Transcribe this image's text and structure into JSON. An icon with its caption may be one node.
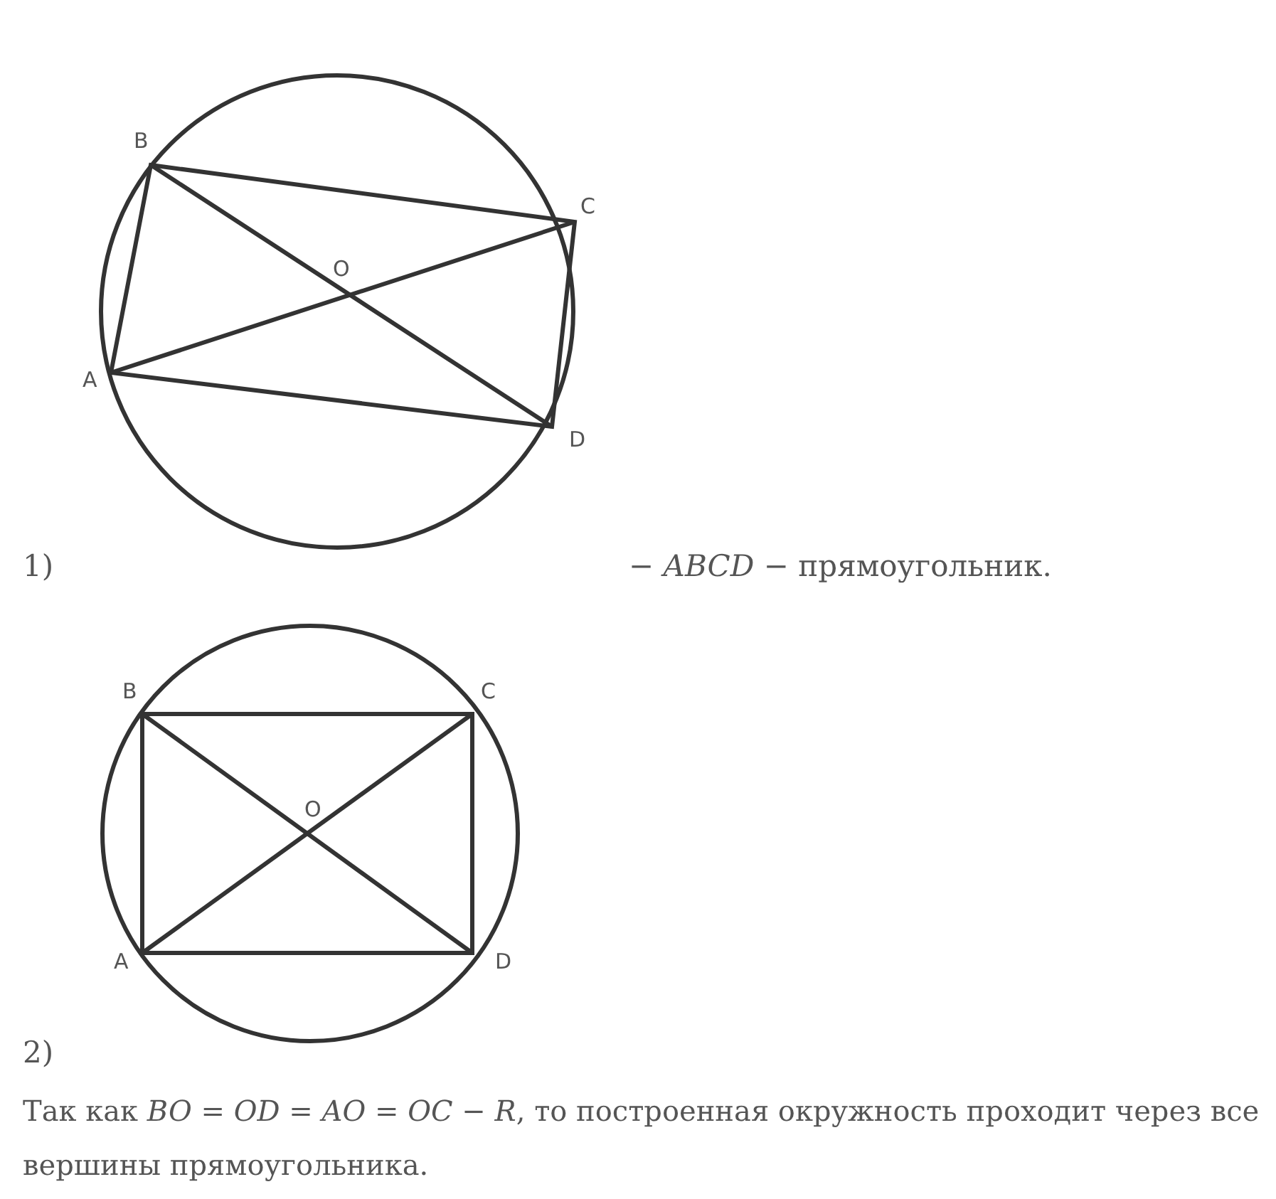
{
  "diagram": {
    "labels": [
      "B",
      "C",
      "O",
      "A",
      "D",
      "1)",
      "− *ABCD* − прямоугольник.",
      "B",
      "C",
      "O",
      "A",
      "D",
      "2)",
      "Так как *BO* = *OD* = *AO* = *OC* − *R*, то построенная окружность проходит через все вершины прямоугольника."
    ]
  }
}
